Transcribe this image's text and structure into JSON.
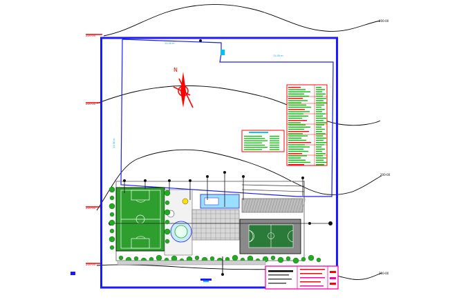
{
  "drawing": {
    "contour_labels": [
      "200-00",
      "200-00",
      "200-00",
      "200-00",
      "200-00"
    ],
    "site_dimension_labels": [
      "11.00 m",
      "11.00 m",
      "11.00 m"
    ],
    "colors": {
      "boundary": "#1a1aff",
      "parcel_line": "#1a1aff",
      "contour": "#000000",
      "annotation": "#ff0000",
      "turf": "#2e9e2e",
      "landscape": "#22aa22",
      "paving": "#9a9a9a",
      "court": "#2a7a3a",
      "title_frame": "#ff00aa",
      "note_text": "#00c000"
    },
    "icons": [
      "north-arrow-icon"
    ]
  }
}
